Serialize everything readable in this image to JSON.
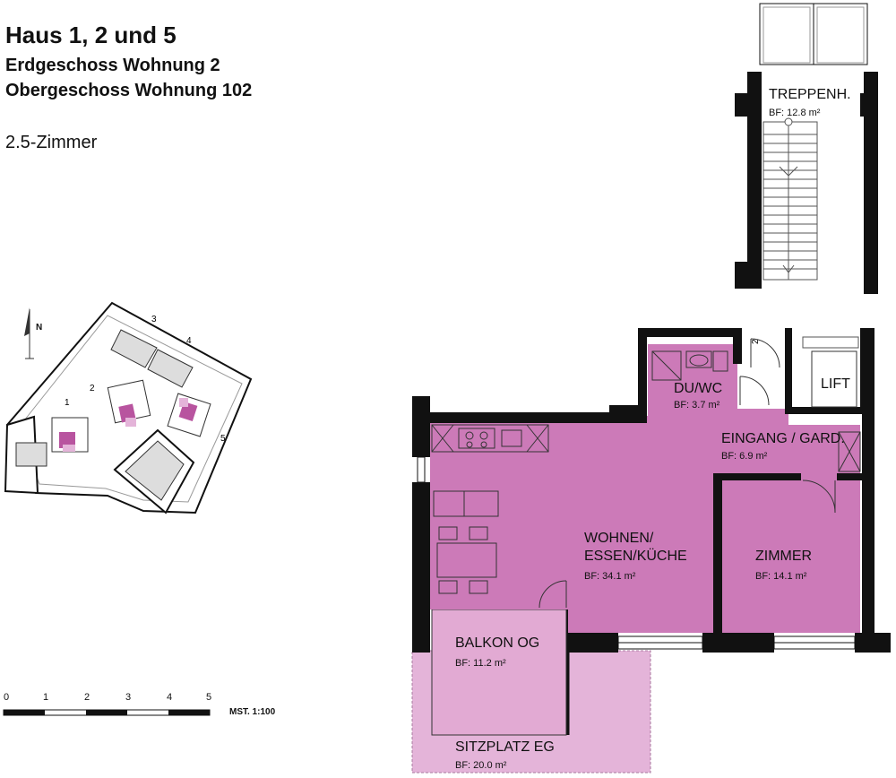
{
  "header": {
    "title": "Haus 1, 2 und 5",
    "line1": "Erdgeschoss Wohnung 2",
    "line2": "Obergeschoss Wohnung 102",
    "rooms": "2.5-Zimmer"
  },
  "site_plan": {
    "north": "N",
    "house_numbers": [
      "1",
      "2",
      "3",
      "4",
      "5"
    ]
  },
  "scale": {
    "ticks": [
      "0",
      "1",
      "2",
      "3",
      "4",
      "5"
    ],
    "label": "MST. 1:100"
  },
  "rooms": {
    "treppenhaus": {
      "name": "TREPPENH.",
      "area": "BF:  12.8 m²"
    },
    "du_wc": {
      "name": "DU/WC",
      "area": "BF:  3.7 m²"
    },
    "lift": {
      "name": "LIFT"
    },
    "eingang": {
      "name": "EINGANG / GARD.",
      "area": "BF:  6.9 m²"
    },
    "wohnen_l1": {
      "name": "WOHNEN/"
    },
    "wohnen_l2": {
      "name": "ESSEN/KÜCHE",
      "area": "BF:  34.1 m²"
    },
    "zimmer": {
      "name": "ZIMMER",
      "area": "BF:  14.1 m²"
    },
    "balkon": {
      "name": "BALKON OG",
      "area": "BF:  11.2 m²"
    },
    "sitzplatz": {
      "name": "SITZPLATZ EG",
      "area": "BF:  20.0 m²"
    }
  },
  "colors": {
    "unit_fill": "#cc7ab8",
    "balcony_fill": "#e4b4d9",
    "wall": "#111111"
  }
}
